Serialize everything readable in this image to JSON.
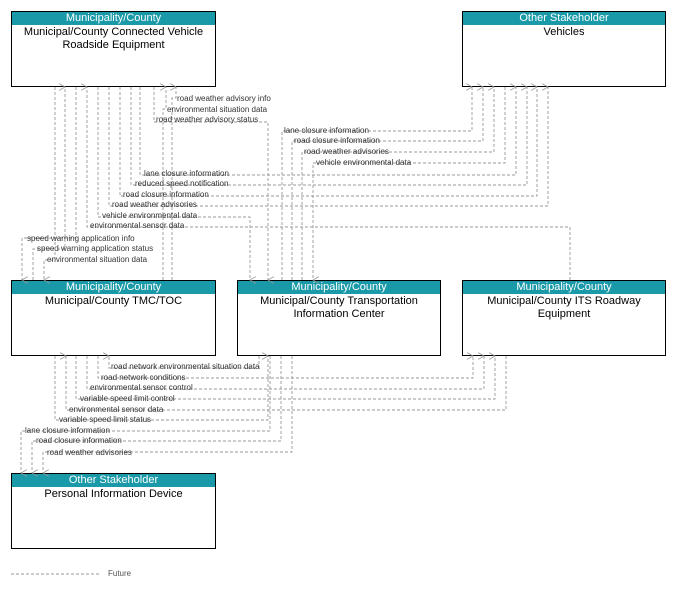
{
  "nodes": {
    "rse": {
      "category": "Municipality/County",
      "name": "Municipal/County Connected Vehicle Roadside Equipment"
    },
    "vehicles": {
      "category": "Other Stakeholder",
      "name": "Vehicles"
    },
    "tmc": {
      "category": "Municipality/County",
      "name": "Municipal/County TMC/TOC"
    },
    "tic": {
      "category": "Municipality/County",
      "name": "Municipal/County Transportation Information Center"
    },
    "its": {
      "category": "Municipality/County",
      "name": "Municipal/County ITS Roadway Equipment"
    },
    "pid": {
      "category": "Other Stakeholder",
      "name": "Personal Information Device"
    }
  },
  "flows": [
    "road weather advisory info",
    "environmental situation data",
    "road weather advisory status",
    "lane closure information",
    "road closure information",
    "road weather advisories",
    "vehicle environmental data",
    "lane closure information",
    "reduced speed notification",
    "road closure information",
    "road weather advisories",
    "vehicle environmental data",
    "environmental sensor data",
    "speed warning application info",
    "speed warning application status",
    "environmental situation data",
    "road network environmental situation data",
    "road network conditions",
    "environmental sensor control",
    "variable speed limit control",
    "environmental sensor data",
    "variable speed limit status",
    "lane closure information",
    "road closure information",
    "road weather advisories"
  ],
  "legend": {
    "future": "Future"
  }
}
